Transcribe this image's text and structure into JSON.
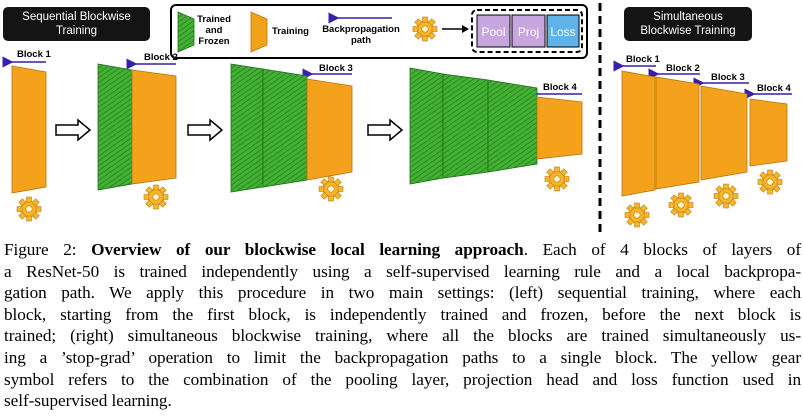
{
  "figure": {
    "left_title": [
      "Sequential Blockwise",
      "Training"
    ],
    "right_title": [
      "Simultaneous",
      "Blockwise Training"
    ],
    "legend": {
      "trained_frozen": [
        "Trained",
        "and",
        "Frozen"
      ],
      "training": "Training",
      "backprop": [
        "Backpropagation",
        "path"
      ],
      "components": [
        "Pool",
        "Proj",
        "Loss"
      ]
    },
    "blocks": [
      "Block 1",
      "Block 2",
      "Block 3",
      "Block 4"
    ],
    "colors": {
      "frozen": "#3dab2f",
      "training": "#f4a21b",
      "backprop_arrow": "#3b1fa8",
      "gear": "#f6b52a",
      "pool": "#c7a6e0",
      "proj": "#c7a6e0",
      "loss": "#5eb4ea"
    }
  },
  "caption": {
    "label": "Figure 2:",
    "title": "Overview of our blockwise local learning approach",
    "lines": [
      "a ResNet-50 is trained independently using a self-supervised learning rule and a local backpropa-",
      "gation path. We apply this procedure in two main settings: (left) sequential training, where each",
      "block, starting from the first block, is independently trained and frozen, before the next block is",
      "trained; (right) simultaneous blockwise training, where all the blocks are trained simultaneously us-",
      "ing a ’stop-grad’ operation to limit the backpropagation paths to a single block. The yellow gear",
      "symbol refers to the combination of the pooling layer, projection head and loss function used in",
      "self-supervised learning."
    ],
    "first_line_rest": ". Each of 4 blocks of layers of"
  }
}
